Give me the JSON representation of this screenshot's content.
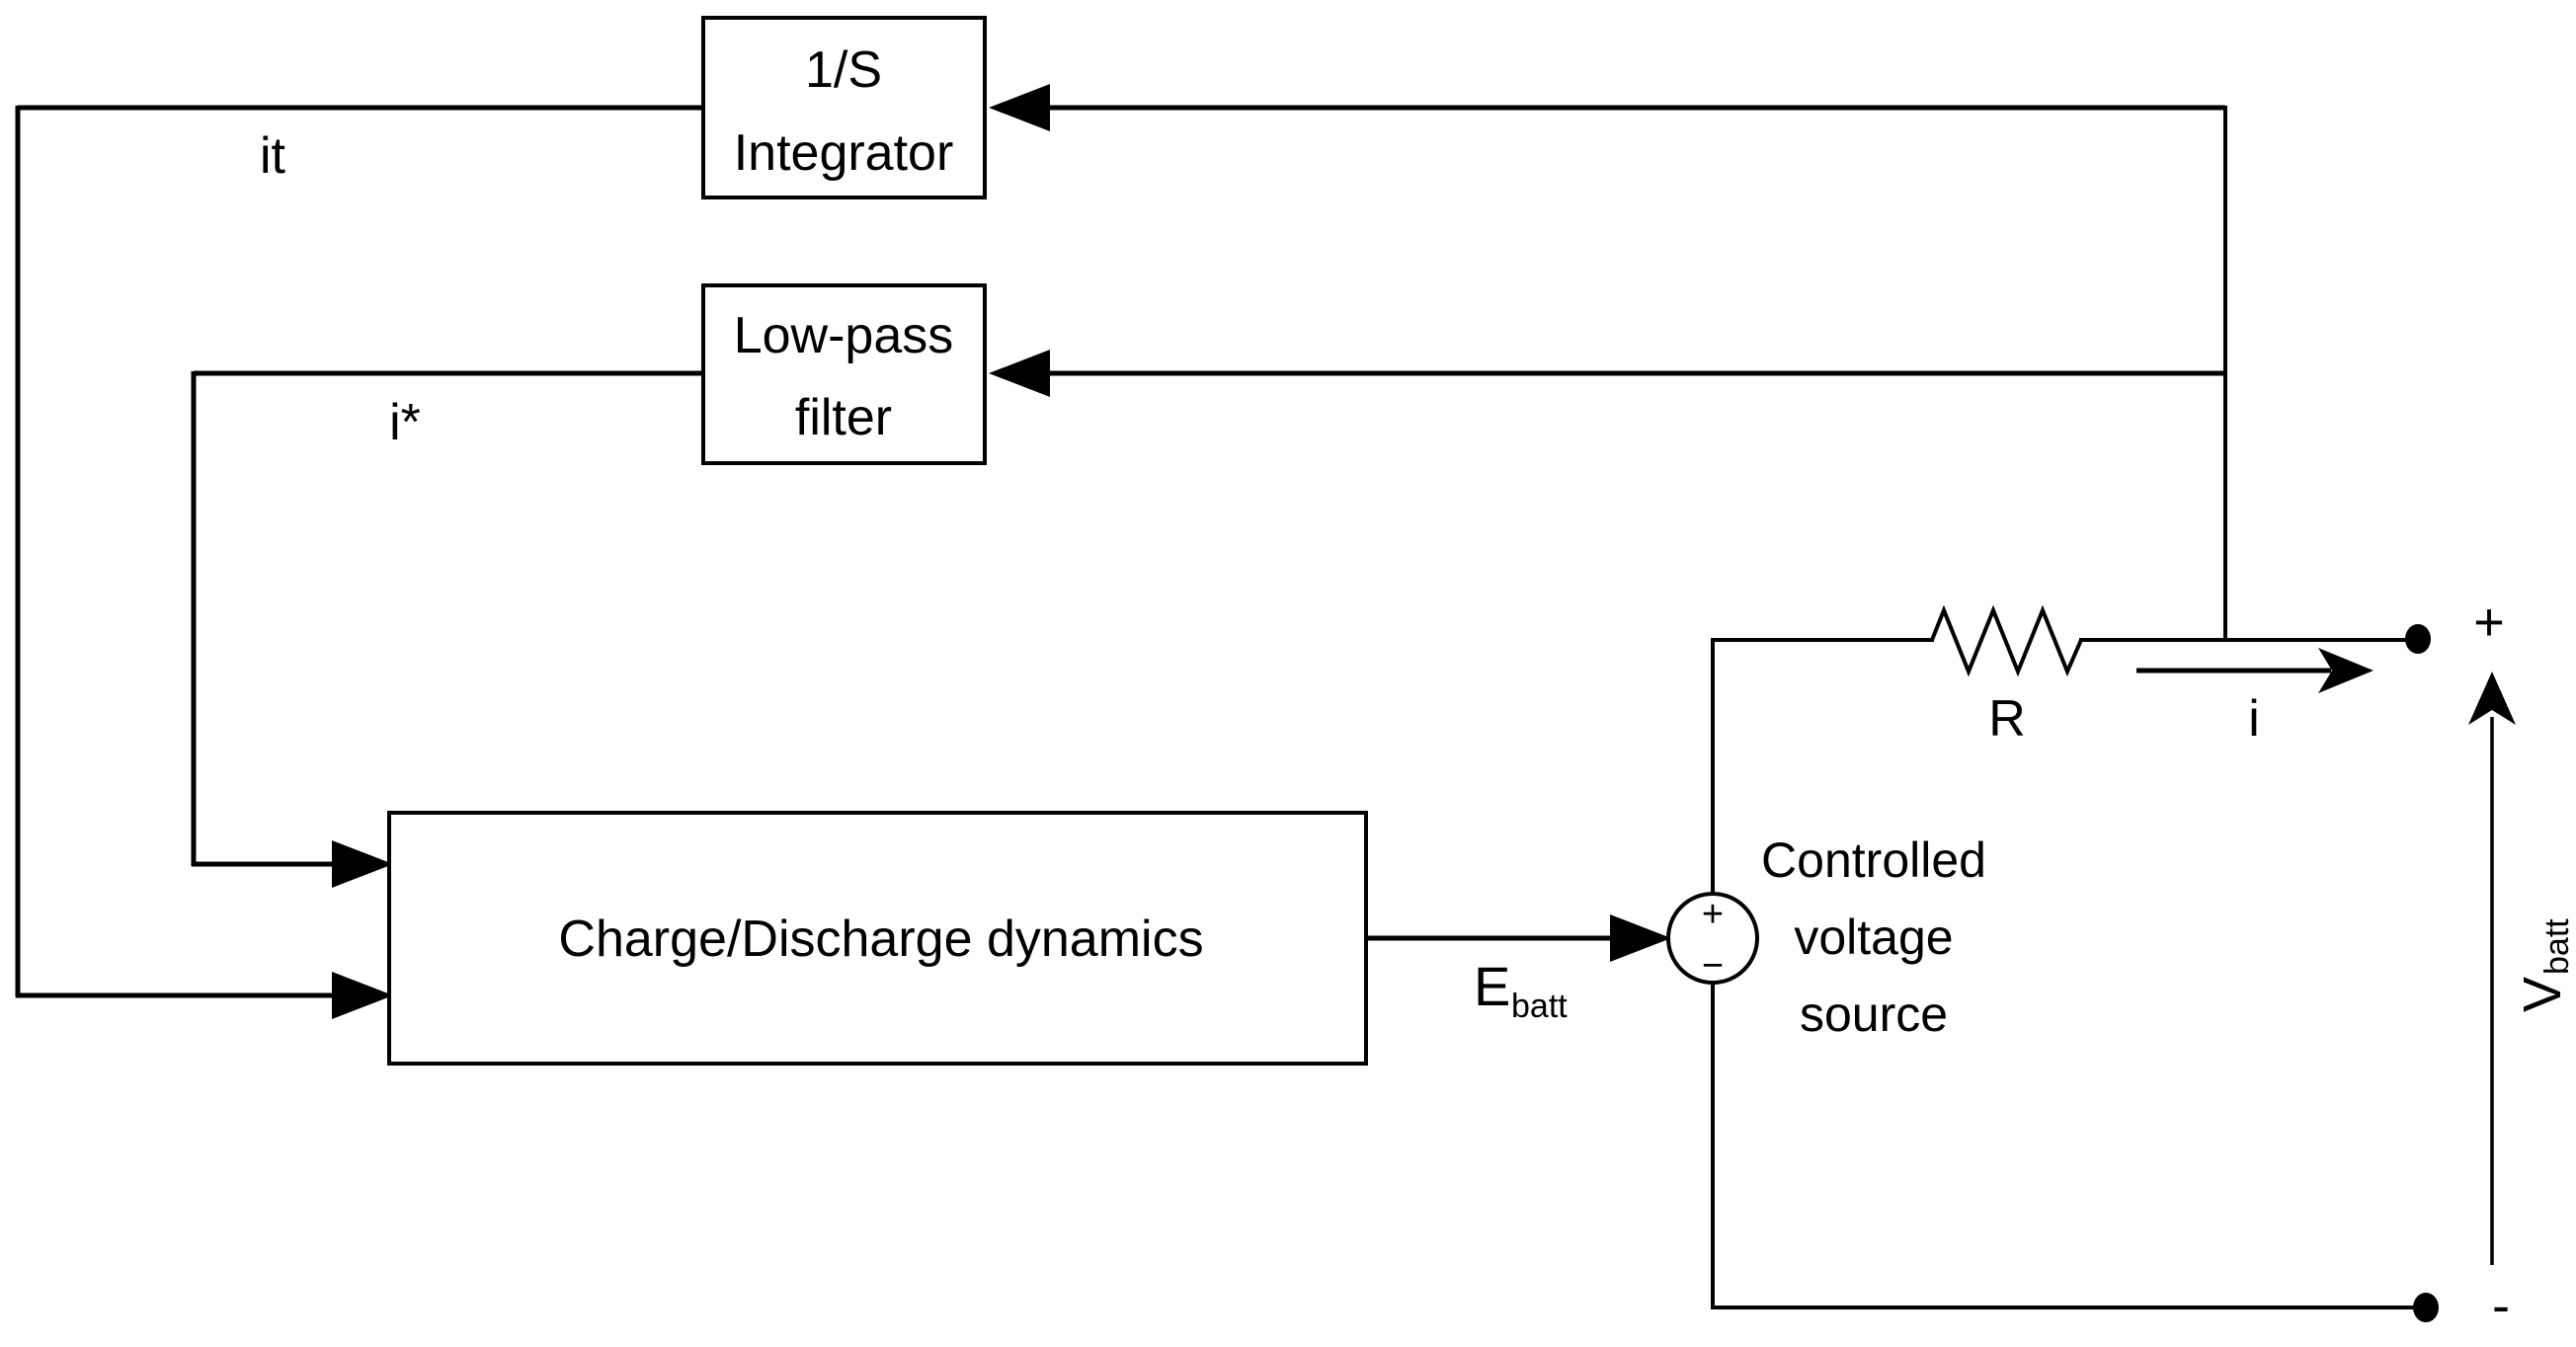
{
  "diagram": {
    "colors": {
      "line": "#000000",
      "background": "#ffffff"
    },
    "blocks": {
      "integrator": {
        "line1": "1/S",
        "line2": "Integrator"
      },
      "low_pass_filter": {
        "line1": "Low-pass",
        "line2": "filter"
      },
      "charge_discharge": {
        "label": "Charge/Discharge dynamics"
      },
      "controlled_voltage_source": {
        "line1": "Controlled",
        "line2": "voltage",
        "line3": "source",
        "plus_sign": "+",
        "minus_sign": "−"
      }
    },
    "signals": {
      "it": "it",
      "i_ref": "i*",
      "e_batt_base": "E",
      "e_batt_sub": "batt",
      "v_batt_base": "V",
      "v_batt_sub": "batt",
      "resistor": "R",
      "current": "i"
    },
    "terminals": {
      "positive": "+",
      "negative": "-"
    }
  }
}
